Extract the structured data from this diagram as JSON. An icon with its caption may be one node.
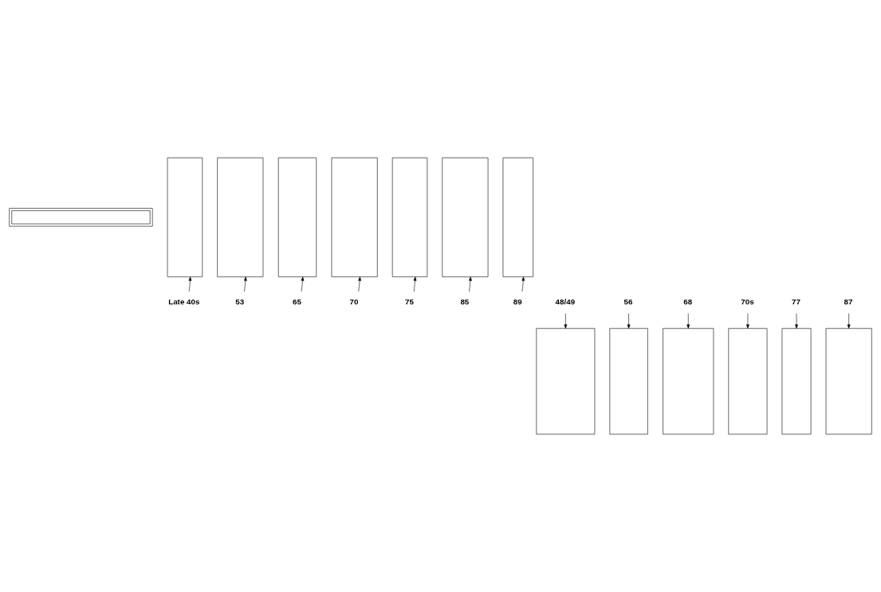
{
  "diagram": {
    "nodes": [
      {
        "text": [],
        "shape": "box"
      },
      {
        "text": [],
        "shape": "box"
      },
      {
        "text": [],
        "shape": "box"
      },
      {
        "text": [],
        "shape": "box"
      },
      {
        "text": [],
        "shape": "box"
      },
      {
        "text": [],
        "shape": "box"
      },
      {
        "text": [],
        "shape": "box"
      },
      {
        "text": [],
        "shape": "box"
      },
      {
        "text": [
          "48/49"
        ]
      },
      {
        "text": [
          "53"
        ]
      },
      {
        "text": [
          "56"
        ]
      },
      {
        "text": [
          "65"
        ]
      },
      {
        "text": [
          "68"
        ]
      },
      {
        "text": [
          "70"
        ]
      },
      {
        "text": [
          "70s"
        ]
      },
      {
        "text": [
          "75"
        ]
      },
      {
        "text": [
          "77"
        ]
      },
      {
        "text": [
          "85"
        ]
      },
      {
        "text": [
          "87"
        ]
      },
      {
        "text": [
          "89"
        ]
      },
      {
        "text": [
          "Late 40s"
        ]
      },
      {
        "text": [],
        "shape": "box"
      },
      {
        "text": [],
        "shape": "box"
      },
      {
        "text": [],
        "shape": "box"
      },
      {
        "text": [],
        "shape": "box"
      },
      {
        "text": [],
        "shape": "box"
      },
      {
        "text": [],
        "shape": "box"
      }
    ],
    "edges": [
      {
        "from": 20,
        "to": 1,
        "arrow": "to"
      },
      {
        "from": 9,
        "to": 2,
        "arrow": "to"
      },
      {
        "from": 11,
        "to": 3,
        "arrow": "to"
      },
      {
        "from": 13,
        "to": 4,
        "arrow": "to"
      },
      {
        "from": 15,
        "to": 5,
        "arrow": "to"
      },
      {
        "from": 17,
        "to": 6,
        "arrow": "to"
      },
      {
        "from": 19,
        "to": 7,
        "arrow": "to"
      },
      {
        "from": 8,
        "to": 21,
        "arrow": "to"
      },
      {
        "from": 10,
        "to": 22,
        "arrow": "to"
      },
      {
        "from": 12,
        "to": 23,
        "arrow": "to"
      },
      {
        "from": 14,
        "to": 24,
        "arrow": "to"
      },
      {
        "from": 16,
        "to": 25,
        "arrow": "to"
      },
      {
        "from": 18,
        "to": 26,
        "arrow": "to"
      }
    ]
  }
}
